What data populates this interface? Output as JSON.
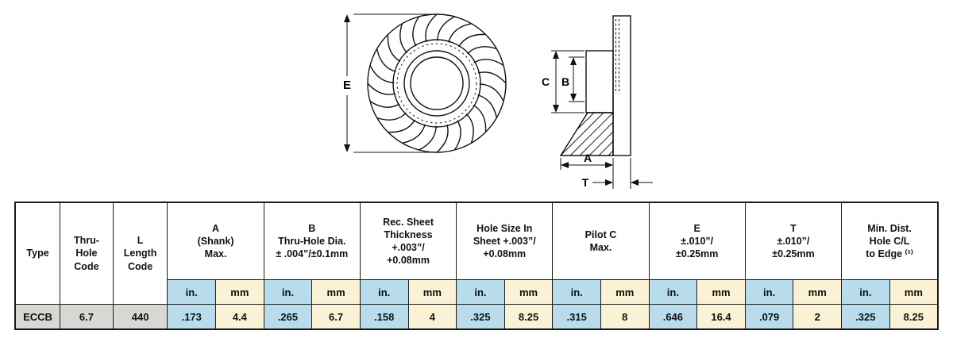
{
  "diagram": {
    "front_view": {
      "label_E": "E"
    },
    "side_view": {
      "label_C": "C",
      "label_B": "B",
      "label_A": "A",
      "label_T": "T"
    }
  },
  "table": {
    "col_type": "Type",
    "col_thru_hole": "Thru-\nHole\nCode",
    "col_length": "L\nLength\nCode",
    "groups": {
      "a": "A\n(Shank)\nMax.",
      "b": "B\nThru-Hole Dia.\n± .004”/±0.1mm",
      "sheet": "Rec. Sheet\nThickness\n+.003”/\n+0.08mm",
      "hole": "Hole Size In\nSheet +.003”/\n+0.08mm",
      "pilot": "Pilot C\nMax.",
      "e": "E\n±.010”/\n±0.25mm",
      "t": "T\n±.010”/\n±0.25mm",
      "min_dist": "Min. Dist.\nHole C/L\nto Edge ⁽¹⁾"
    },
    "units": {
      "in": "in.",
      "mm": "mm"
    },
    "row": {
      "type": "ECCB",
      "thru_hole": "6.7",
      "length": "440",
      "values": [
        ".173",
        "4.4",
        ".265",
        "6.7",
        ".158",
        "4",
        ".325",
        "8.25",
        ".315",
        "8",
        ".646",
        "16.4",
        ".079",
        "2",
        ".325",
        "8.25"
      ]
    },
    "colors": {
      "in_bg": "#b9dcec",
      "mm_bg": "#fbf2d5",
      "code_bg": "#d7d7d4"
    }
  }
}
